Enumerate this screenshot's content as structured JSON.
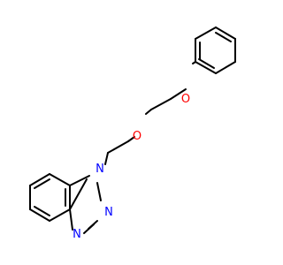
{
  "molecule": {
    "atoms": [
      {
        "id": "o1",
        "label": "O"
      },
      {
        "id": "o2",
        "label": "O"
      },
      {
        "id": "n1",
        "label": "N"
      },
      {
        "id": "n2",
        "label": "N"
      },
      {
        "id": "n3",
        "label": "N"
      }
    ],
    "colors": {
      "bond": "#000000",
      "oxygen": "#ff0000",
      "nitrogen": "#0000ff"
    }
  }
}
